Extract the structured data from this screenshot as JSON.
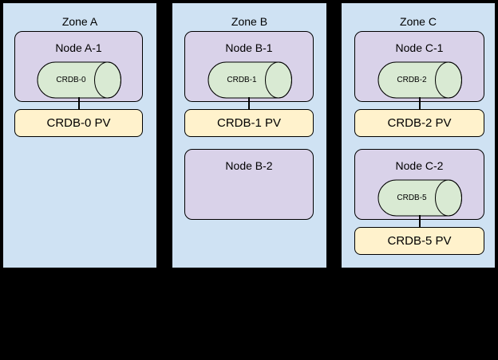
{
  "diagram": {
    "background_color": "#000000",
    "colors": {
      "zone_fill": "#CFE2F3",
      "node_fill": "#D9D2E9",
      "database_fill": "#D9EAD3",
      "pv_fill": "#FFF2CC",
      "border": "#000000"
    },
    "zones": [
      {
        "label": "Zone A",
        "nodes": [
          {
            "label": "Node A-1",
            "db_label": "CRDB-0",
            "pv_label": "CRDB-0 PV"
          }
        ]
      },
      {
        "label": "Zone B",
        "nodes": [
          {
            "label": "Node B-1",
            "db_label": "CRDB-1",
            "pv_label": "CRDB-1 PV"
          },
          {
            "label": "Node B-2"
          }
        ]
      },
      {
        "label": "Zone C",
        "nodes": [
          {
            "label": "Node C-1",
            "db_label": "CRDB-2",
            "pv_label": "CRDB-2 PV"
          },
          {
            "label": "Node C-2",
            "db_label": "CRDB-5",
            "pv_label": "CRDB-5 PV"
          }
        ]
      }
    ]
  }
}
